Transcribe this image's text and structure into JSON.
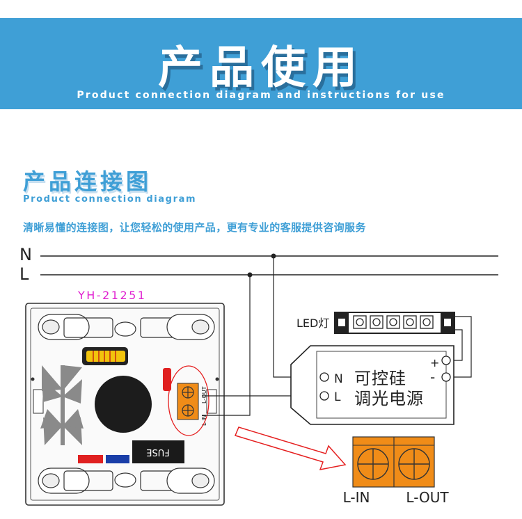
{
  "header": {
    "title": "产品使用",
    "subtitle": "Product connection diagram and instructions for use"
  },
  "section": {
    "title": "产品连接图",
    "subtitle": "Product connection diagram",
    "description": "清晰易懂的连接图，让您轻松的使用产品，更有专业的客服提供咨询服务"
  },
  "diagram": {
    "line_n": "N",
    "line_l": "L",
    "model": "YH-21251",
    "terminal_top": "L-OUT",
    "terminal_bottom": "L-IN",
    "fuse": "FUSE",
    "led_label": "LED灯",
    "psu_n": "N",
    "psu_l": "L",
    "psu_plus": "+",
    "psu_minus": "-",
    "psu_line1": "可控硅",
    "psu_line2": "调光电源",
    "zoom_left": "L-IN",
    "zoom_right": "L-OUT"
  },
  "colors": {
    "brand_blue": "#3f9fd6",
    "model_magenta": "#e020d0",
    "terminal_orange": "#f08c18",
    "arrow_red": "#e52020"
  }
}
